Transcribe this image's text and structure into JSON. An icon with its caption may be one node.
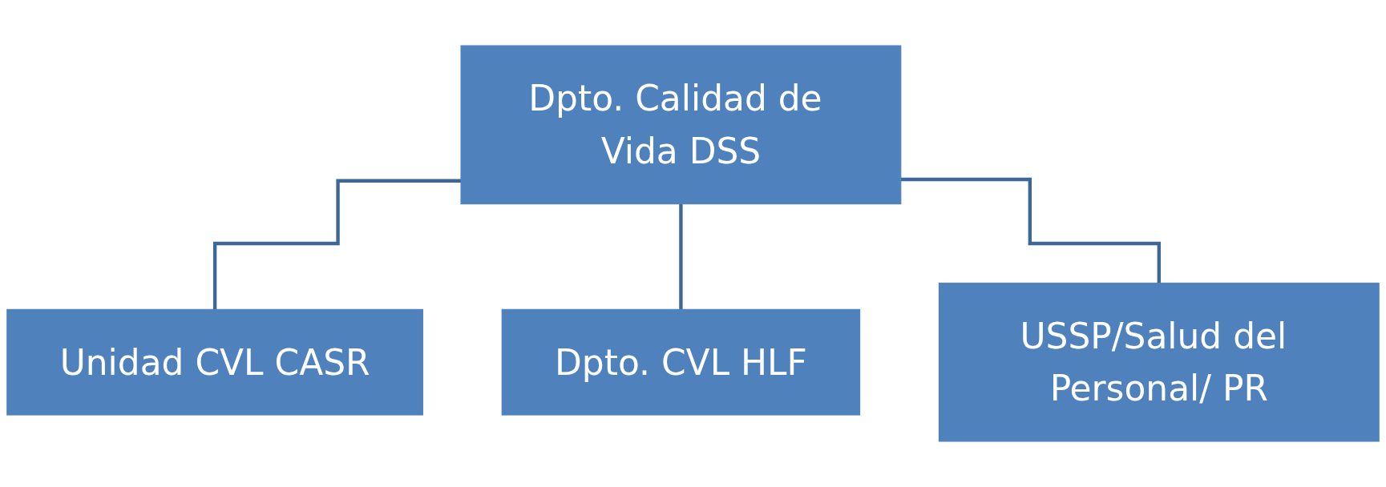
{
  "diagram": {
    "nodes": [
      {
        "text": [
          "Dpto. Calidad de Vida DSS"
        ]
      },
      {
        "text": [
          "Unidad CVL CASR"
        ]
      },
      {
        "text": [
          "Dpto. CVL HLF"
        ]
      },
      {
        "text": [
          "USSP/Salud del Personal/ PR"
        ]
      }
    ],
    "edges": [
      {
        "from": 0,
        "to": 1,
        "arrow": "none"
      },
      {
        "from": 0,
        "to": 2,
        "arrow": "none"
      },
      {
        "from": 0,
        "to": 3,
        "arrow": "none"
      }
    ]
  }
}
